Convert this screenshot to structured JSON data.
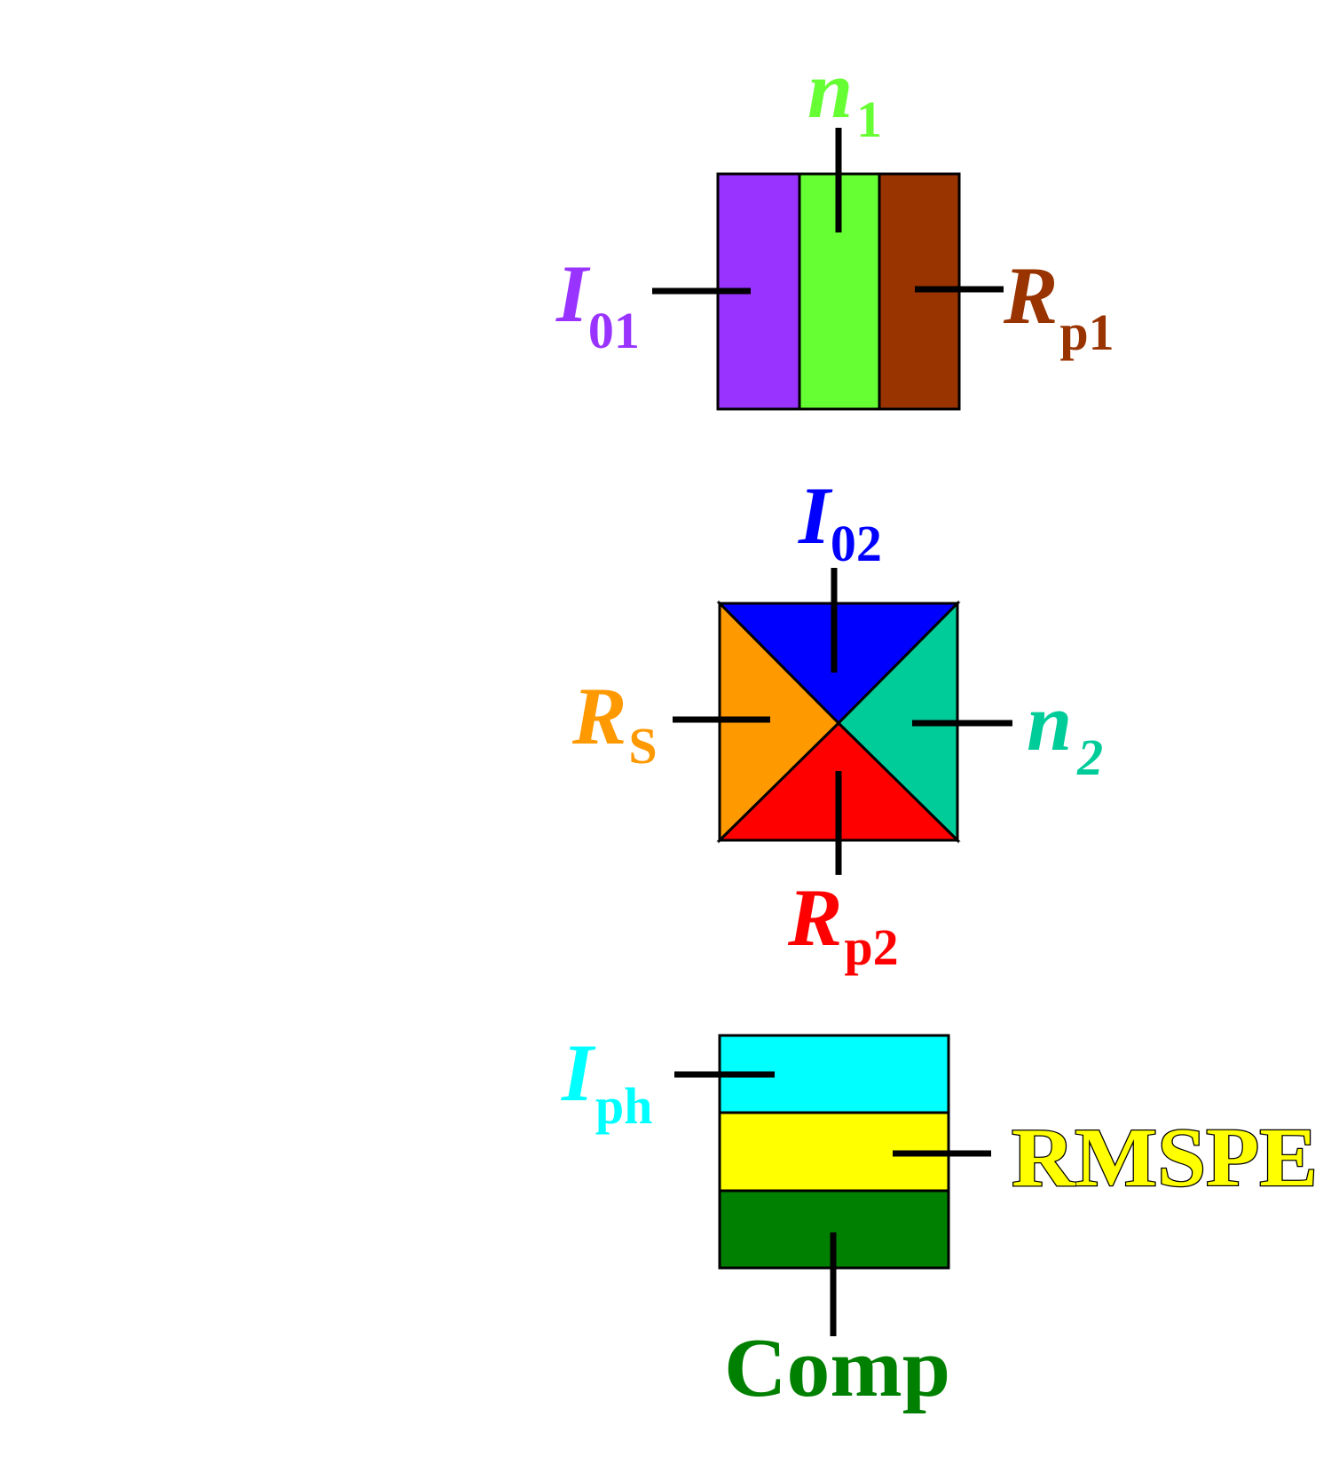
{
  "legend_top": {
    "segments": [
      {
        "name": "I01",
        "color": "#9933FF"
      },
      {
        "name": "n1",
        "color": "#66FF33"
      },
      {
        "name": "Rp1",
        "color": "#993300"
      }
    ],
    "labels": {
      "i01": {
        "main": "I",
        "sub": "01",
        "color": "#9933FF"
      },
      "n1": {
        "main": "n",
        "sub": "1",
        "color": "#66FF33"
      },
      "rp1": {
        "main": "R",
        "sub": "p1",
        "color": "#993300"
      }
    }
  },
  "legend_middle": {
    "segments": [
      {
        "name": "I02",
        "color": "#0000FF"
      },
      {
        "name": "n2",
        "color": "#00CC99"
      },
      {
        "name": "Rp2",
        "color": "#FF0000"
      },
      {
        "name": "RS",
        "color": "#FF9900"
      }
    ],
    "labels": {
      "i02": {
        "main": "I",
        "sub": "02",
        "color": "#0000FF"
      },
      "rs": {
        "main": "R",
        "sub": "S",
        "color": "#FF9900"
      },
      "n2": {
        "main": "n",
        "sub": "2",
        "color": "#00CC99"
      },
      "rp2": {
        "main": "R",
        "sub": "p2",
        "color": "#FF0000"
      }
    }
  },
  "legend_bottom": {
    "segments": [
      {
        "name": "Iph",
        "color": "#00FFFF"
      },
      {
        "name": "RMSPE",
        "color": "#FFFF00"
      },
      {
        "name": "Comp",
        "color": "#008000"
      }
    ],
    "labels": {
      "iph": {
        "main": "I",
        "sub": "ph",
        "color": "#00FFFF"
      },
      "rmspe": {
        "text": "RMSPE",
        "color": "#FFFF00",
        "outline": "#000000"
      },
      "comp": {
        "text": "Comp",
        "color": "#008000"
      }
    }
  }
}
